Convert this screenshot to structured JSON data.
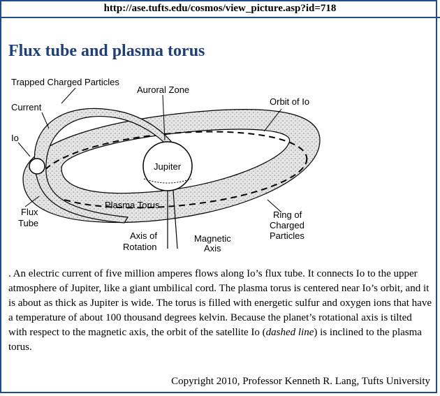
{
  "url": "http://ase.tufts.edu/cosmos/view_picture.asp?id=718",
  "title": "Flux tube and plasma torus",
  "figure": {
    "labels": {
      "trapped": "Trapped Charged Particles",
      "auroral": "Auroral Zone",
      "current": "Current",
      "orbit_io": "Orbit of Io",
      "io": "Io",
      "jupiter": "Jupiter",
      "plasma_torus": "Plasma Torus",
      "flux": "Flux",
      "tube": "Tube",
      "ring_of": "Ring of",
      "charged": "Charged",
      "particles": "Particles",
      "axis_of": "Axis of",
      "rotation": "Rotation",
      "magnetic": "Magnetic",
      "axis": "Axis"
    }
  },
  "caption": {
    "part1": ". An electric current of five million amperes flows along Io’s flux tube. It connects Io to the upper atmosphere of Jupiter, like a giant umbilical cord. The plasma torus is centered near Io’s orbit, and it is about as thick as Jupiter is wide. The torus is filled with energetic sulfur and oxygen ions that have a temperature of about 100 thousand degrees kelvin. Because the planet’s rotational axis is tilted with respect to the magnetic axis, the orbit of the satellite Io (",
    "emph": "dashed line",
    "part2": ") is inclined to the plasma torus."
  },
  "copyright": "Copyright 2010, Professor Kenneth R. Lang, Tufts University"
}
